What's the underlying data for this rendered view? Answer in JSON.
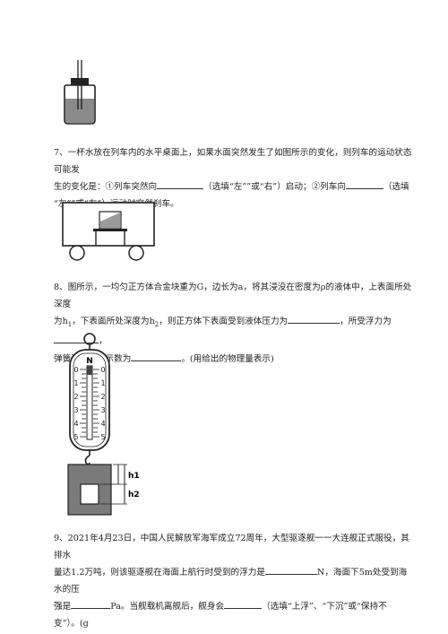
{
  "q7": {
    "num": "7、",
    "l1": "一杯水放在列车内的水平桌面上，如果水面突然发生了如图所示的变化，则列车的运动状态可能发",
    "l2a": "生的变化是：①列车突然向",
    "l2b": "（选填“左””或“右”）启动；②列车向",
    "l2c": "（选填",
    "l3": "“左””或“右”）运动时突然刹车。"
  },
  "q8": {
    "num": "8、",
    "l1": "图所示，一均匀正方体合金块重为G，边长为a，将其浸没在密度为ρ的液体中，上表面所处深度",
    "l2a": "为h",
    "l2s1": "1",
    "l2b": "，下表面所处深度为h",
    "l2s2": "2",
    "l2c": "，则正方体下表面受到液体压力为",
    "l2d": "，所受浮力为",
    "l2e": "，",
    "l3a": "弹簧测力计的示数为",
    "l3b": "。(用给出的物理量表示)"
  },
  "scale": {
    "top_letter": "N",
    "ticks": [
      "0",
      "1",
      "2",
      "3",
      "4",
      "5"
    ],
    "h1": "h1",
    "h2": "h2"
  },
  "q9": {
    "num": "9、",
    "l1": "2021年4月23日，中国人民解放军海军成立72周年，大型驱逐舰一一大连舰正式服役，其排水",
    "l2a": "量达1.2万吨，则该驱逐舰在海面上航行时受到的浮力是",
    "l2b": "N，海面下5m处受到海水的压",
    "l3a": "强是",
    "l3b": "Pa。当舰载机离舰后，舰身会",
    "l3c": "（选填“上浮”、“下沉”或“保持不变”）。(g"
  }
}
